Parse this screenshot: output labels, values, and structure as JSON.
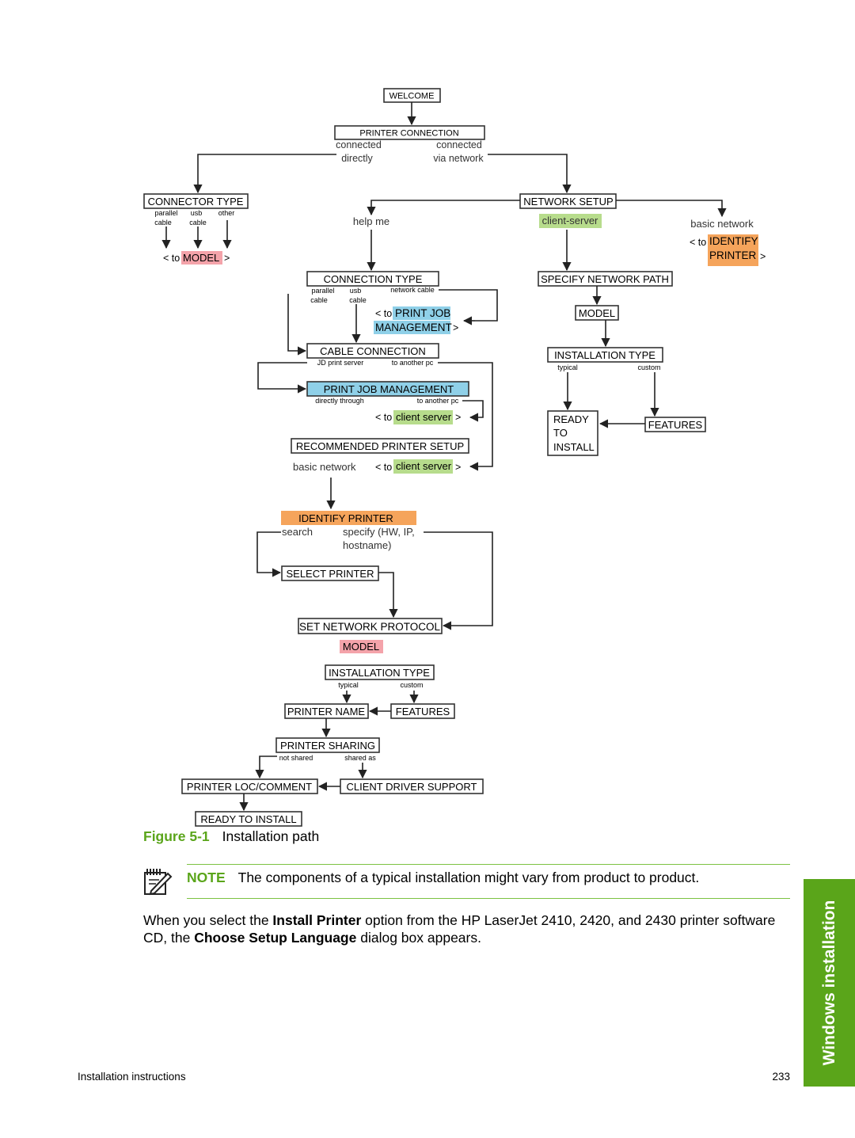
{
  "diagram": {
    "welcome": "WELCOME",
    "printer_connection": "PRINTER CONNECTION",
    "connected_directly_1": "connected",
    "connected_directly_2": "directly",
    "connected_network_1": "connected",
    "connected_network_2": "via network",
    "connector_type": "CONNECTOR TYPE",
    "ct_parallel_1": "parallel",
    "ct_parallel_2": "cable",
    "ct_usb_1": "usb",
    "ct_usb_2": "cable",
    "ct_other": "other",
    "to_model_prefix": "< to",
    "to_model": "MODEL",
    "to_model_suffix": ">",
    "network_setup": "NETWORK SETUP",
    "help_me": "help me",
    "client_server": "client-server",
    "basic_network": "basic network",
    "to_identify_prefix": "< to",
    "identify_1": "IDENTIFY",
    "identify_2": "PRINTER",
    "to_identify_suffix": ">",
    "connection_type": "CONNECTION TYPE",
    "cn_parallel_1": "parallel",
    "cn_parallel_2": "cable",
    "cn_usb_1": "usb",
    "cn_usb_2": "cable",
    "cn_network_cable": "network cable",
    "to_pjm_prefix": "< to",
    "pjm_1": "PRINT JOB",
    "pjm_2": "MANAGEMENT",
    "to_pjm_suffix": ">",
    "cable_connection": "CABLE CONNECTION",
    "jd_print_server": "JD print server",
    "to_another_pc_1": "to another pc",
    "print_job_management": "PRINT JOB MANAGEMENT",
    "directly_through": "directly through",
    "to_another_pc_2": "to another pc",
    "to_cs1_prefix": "< to",
    "cs1": "client server",
    "to_cs1_suffix": ">",
    "recommended_setup": "RECOMMENDED PRINTER SETUP",
    "rec_basic_network": "basic network",
    "to_cs2_prefix": "< to",
    "cs2": "client server",
    "to_cs2_suffix": ">",
    "specify_network_path": "SPECIFY NETWORK PATH",
    "model_right": "MODEL",
    "installation_type_right": "INSTALLATION TYPE",
    "typical_right": "typical",
    "custom_right": "custom",
    "ready_1": "READY",
    "ready_2": "TO",
    "ready_3": "INSTALL",
    "features_right": "FEATURES",
    "identify_printer": "IDENTIFY PRINTER",
    "search": "search",
    "specify_1": "specify (HW, IP,",
    "specify_2": "hostname)",
    "select_printer": "SELECT PRINTER",
    "set_network_protocol": "SET NETWORK PROTOCOL",
    "model_bottom": "MODEL",
    "installation_type_bottom": "INSTALLATION TYPE",
    "typical_bottom": "typical",
    "custom_bottom": "custom",
    "printer_name": "PRINTER NAME",
    "features_bottom": "FEATURES",
    "printer_sharing": "PRINTER SHARING",
    "not_shared": "not shared",
    "shared_as": "shared as",
    "printer_loc_comment": "PRINTER LOC/COMMENT",
    "client_driver_support": "CLIENT DRIVER SUPPORT",
    "ready_to_install": "READY TO INSTALL"
  },
  "figure": {
    "number": "Figure 5-1",
    "title": "Installation path"
  },
  "note": {
    "label": "NOTE",
    "text": "The components of a typical installation might vary from product to product.",
    "icon": "note-pencil-icon"
  },
  "body": {
    "t1": "When you select the ",
    "b1": "Install Printer",
    "t2": " option from the HP LaserJet 2410, 2420, and 2430 printer software CD, the ",
    "b2": "Choose Setup Language",
    "t3": " dialog box appears."
  },
  "footer": {
    "left": "Installation instructions",
    "page": "233"
  },
  "side_tab": "Windows installation",
  "colors": {
    "accent_green": "#5aa51a",
    "rule_green": "#7cc242",
    "pink": "#f4a3aa",
    "light_green": "#b7dc8c",
    "blue": "#8fd0e8",
    "orange": "#f5a45b"
  }
}
